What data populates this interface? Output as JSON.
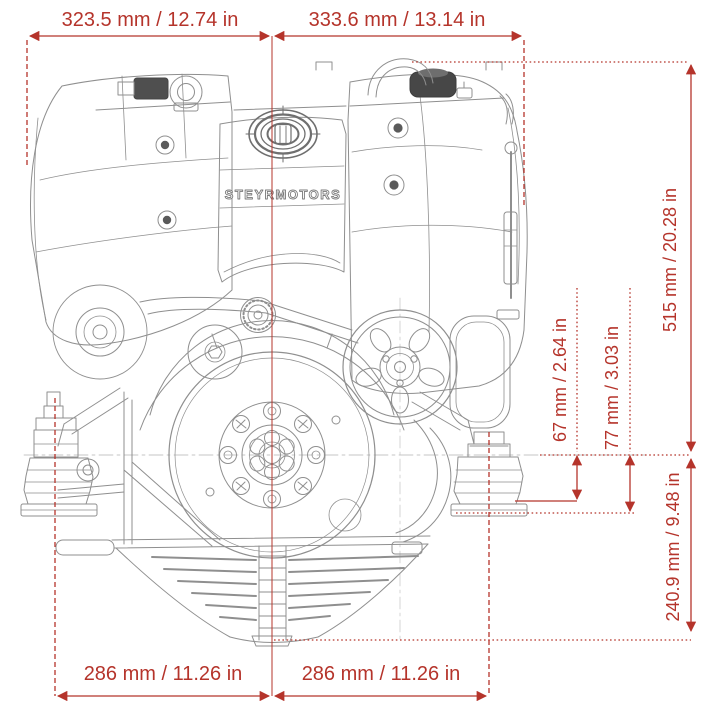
{
  "brand_label": "STEYRMOTORS",
  "colors": {
    "dimension_red": "#b5342b",
    "line_gray": "#8f8f8f",
    "dark_fill": "#4a4a4a",
    "background": "#ffffff"
  },
  "dimensions": {
    "top_width_left": "323.5 mm / 12.74 in",
    "top_width_right": "333.6 mm / 13.14 in",
    "height_top_to_crank": "515 mm / 20.28 in",
    "crank_to_mount_top": "67 mm / 2.64 in",
    "crank_to_mount_base": "77 mm / 3.03 in",
    "crank_to_bottom": "240.9 mm / 9.48 in",
    "bottom_width_left": "286 mm / 11.26 in",
    "bottom_width_right": "286 mm / 11.26 in"
  }
}
